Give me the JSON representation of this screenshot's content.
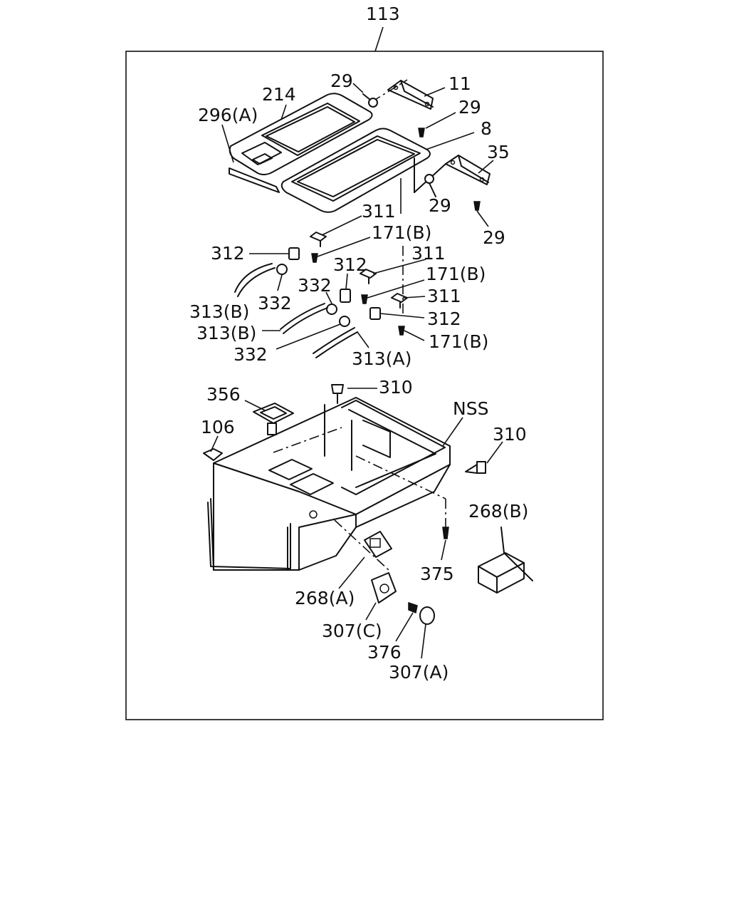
{
  "diagram": {
    "title_number": "113",
    "labels": {
      "l_29_top": "29",
      "l_11": "11",
      "l_214": "214",
      "l_296a": "296(A)",
      "l_29_b": "29",
      "l_8": "8",
      "l_35": "35",
      "l_29_c": "29",
      "l_29_d": "29",
      "l_311_a": "311",
      "l_171b_a": "171(B)",
      "l_312_a": "312",
      "l_311_b": "311",
      "l_312_b": "312",
      "l_171b_b": "171(B)",
      "l_332_a": "332",
      "l_332_b": "332",
      "l_311_c": "311",
      "l_313b_a": "313(B)",
      "l_312_c": "312",
      "l_313b_b": "313(B)",
      "l_171b_c": "171(B)",
      "l_332_c": "332",
      "l_313a": "313(A)",
      "l_356": "356",
      "l_310_a": "310",
      "l_nss": "NSS",
      "l_106": "106",
      "l_310_b": "310",
      "l_268b": "268(B)",
      "l_375": "375",
      "l_268a": "268(A)",
      "l_307c": "307(C)",
      "l_376": "376",
      "l_307a": "307(A)"
    }
  }
}
